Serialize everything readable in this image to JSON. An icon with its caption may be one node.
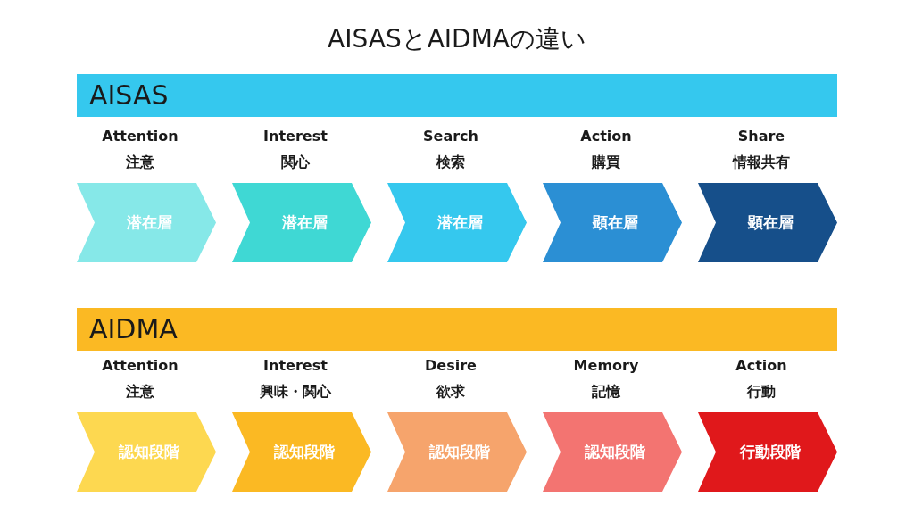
{
  "diagram": {
    "title": "AISASとAIDMAの違い",
    "nodes": [
      {
        "text": [
          "AISAS"
        ]
      },
      {
        "text": [
          "Attention",
          "注意",
          "潜在層"
        ]
      },
      {
        "text": [
          "Interest",
          "関心",
          "潜在層"
        ]
      },
      {
        "text": [
          "Search",
          "検索",
          "潜在層"
        ]
      },
      {
        "text": [
          "Action",
          "購買",
          "顕在層"
        ]
      },
      {
        "text": [
          "Share",
          "情報共有",
          "顕在層"
        ]
      },
      {
        "text": [
          "AIDMA"
        ]
      },
      {
        "text": [
          "Attention",
          "注意",
          "認知段階"
        ]
      },
      {
        "text": [
          "Interest",
          "興味・関心",
          "認知段階"
        ]
      },
      {
        "text": [
          "Desire",
          "欲求",
          "認知段階"
        ]
      },
      {
        "text": [
          "Memory",
          "記憶",
          "認知段階"
        ]
      },
      {
        "text": [
          "Action",
          "行動",
          "行動段階"
        ]
      }
    ],
    "edges": []
  }
}
